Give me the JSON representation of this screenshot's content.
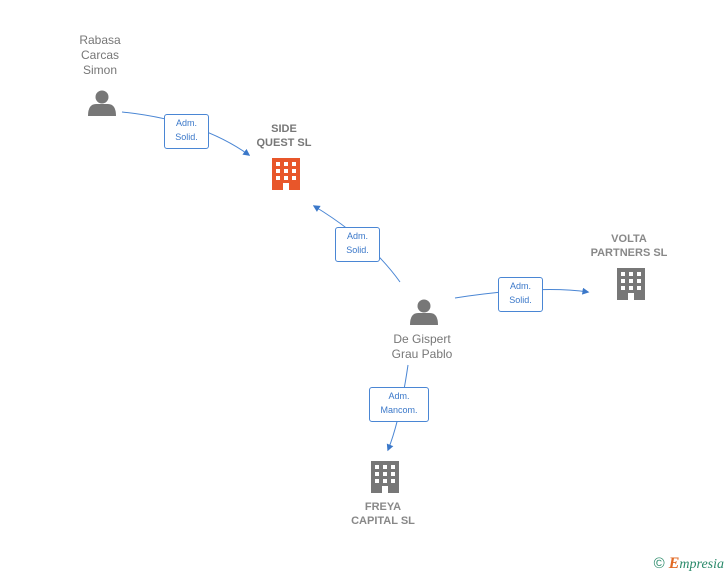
{
  "nodes": {
    "rabasa": {
      "label": "Rabasa\nCarcas\nSimon",
      "icon": "person-icon"
    },
    "side_quest": {
      "label": "SIDE\nQUEST  SL",
      "icon": "building-icon",
      "color": "#e8562a"
    },
    "volta": {
      "label": "VOLTA\nPARTNERS  SL",
      "icon": "building-icon",
      "color": "#777777"
    },
    "degispert": {
      "label": "De Gispert\nGrau Pablo",
      "icon": "person-icon"
    },
    "freya": {
      "label": "FREYA\nCAPITAL  SL",
      "icon": "building-icon",
      "color": "#777777"
    }
  },
  "edges": [
    {
      "from": "Rabasa Carcas Simon",
      "to": "SIDE QUEST SL",
      "label": "Adm.\nSolid."
    },
    {
      "from": "De Gispert Grau Pablo",
      "to": "SIDE QUEST SL",
      "label": "Adm.\nSolid."
    },
    {
      "from": "De Gispert Grau Pablo",
      "to": "VOLTA PARTNERS SL",
      "label": "Adm.\nSolid."
    },
    {
      "from": "De Gispert Grau Pablo",
      "to": "FREYA CAPITAL SL",
      "label": "Adm.\nMancom."
    }
  ],
  "colors": {
    "edge": "#3b78c9",
    "person": "#777777",
    "main_company": "#e8562a",
    "company": "#777777"
  },
  "footer": {
    "copyright": "©",
    "brand_initial": "E",
    "brand_rest": "mpresia"
  }
}
